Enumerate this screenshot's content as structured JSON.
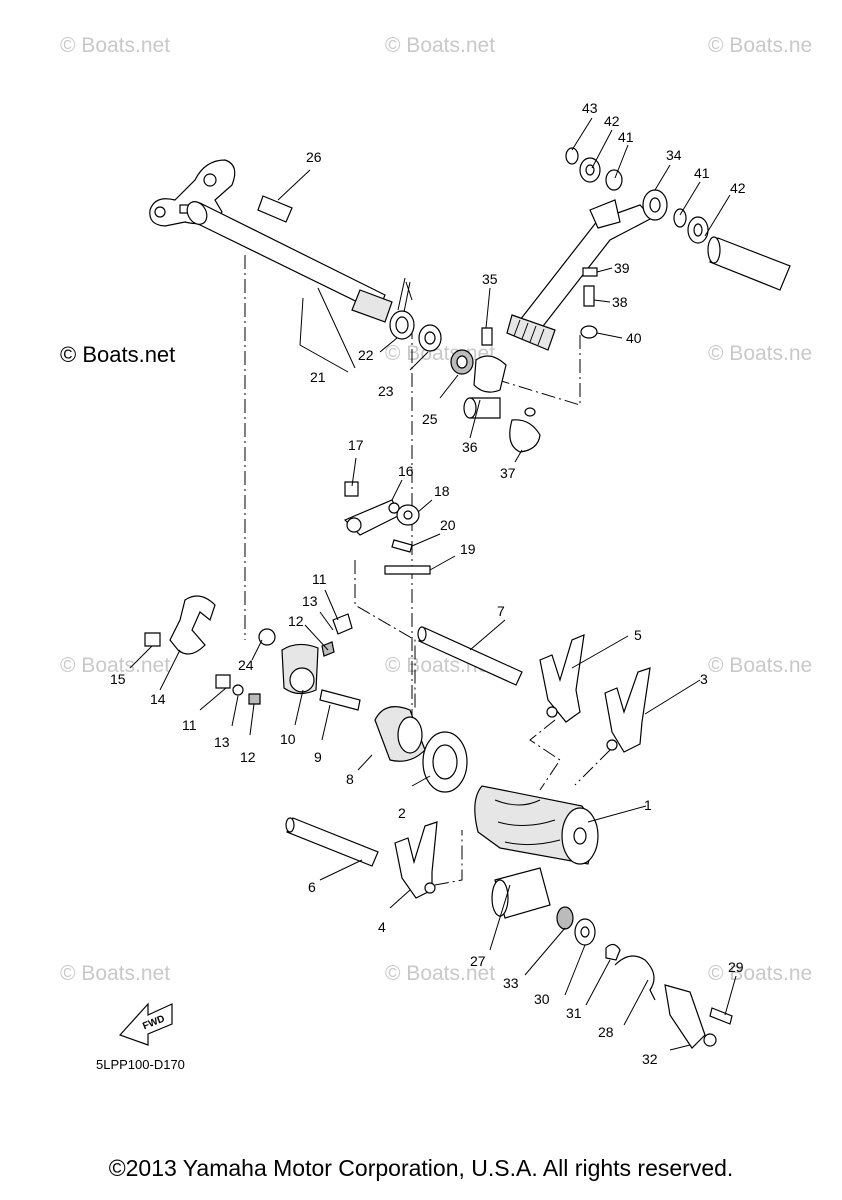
{
  "watermarks": [
    "© Boats.net",
    "© Boats.net",
    "© Boats.ne",
    "© Boats.net",
    "© Boats.net",
    "© Boats.ne",
    "© Boats.net",
    "© Boats.net",
    "© Boats.ne",
    "© Boats.net",
    "© Boats.net",
    "© Boats.ne"
  ],
  "watermark_main": "© Boats.net",
  "callouts": [
    "1",
    "2",
    "3",
    "4",
    "5",
    "6",
    "7",
    "8",
    "9",
    "10",
    "11",
    "11",
    "12",
    "12",
    "13",
    "13",
    "14",
    "15",
    "16",
    "17",
    "18",
    "19",
    "20",
    "21",
    "22",
    "23",
    "24",
    "25",
    "26",
    "27",
    "28",
    "29",
    "30",
    "31",
    "32",
    "33",
    "34",
    "35",
    "36",
    "37",
    "38",
    "39",
    "40",
    "41",
    "41",
    "42",
    "42",
    "43"
  ],
  "fwd_label": "FWD",
  "diagram_code": "5LPP100-D170",
  "copyright": "©2013 Yamaha Motor Corporation, U.S.A. All rights reserved."
}
